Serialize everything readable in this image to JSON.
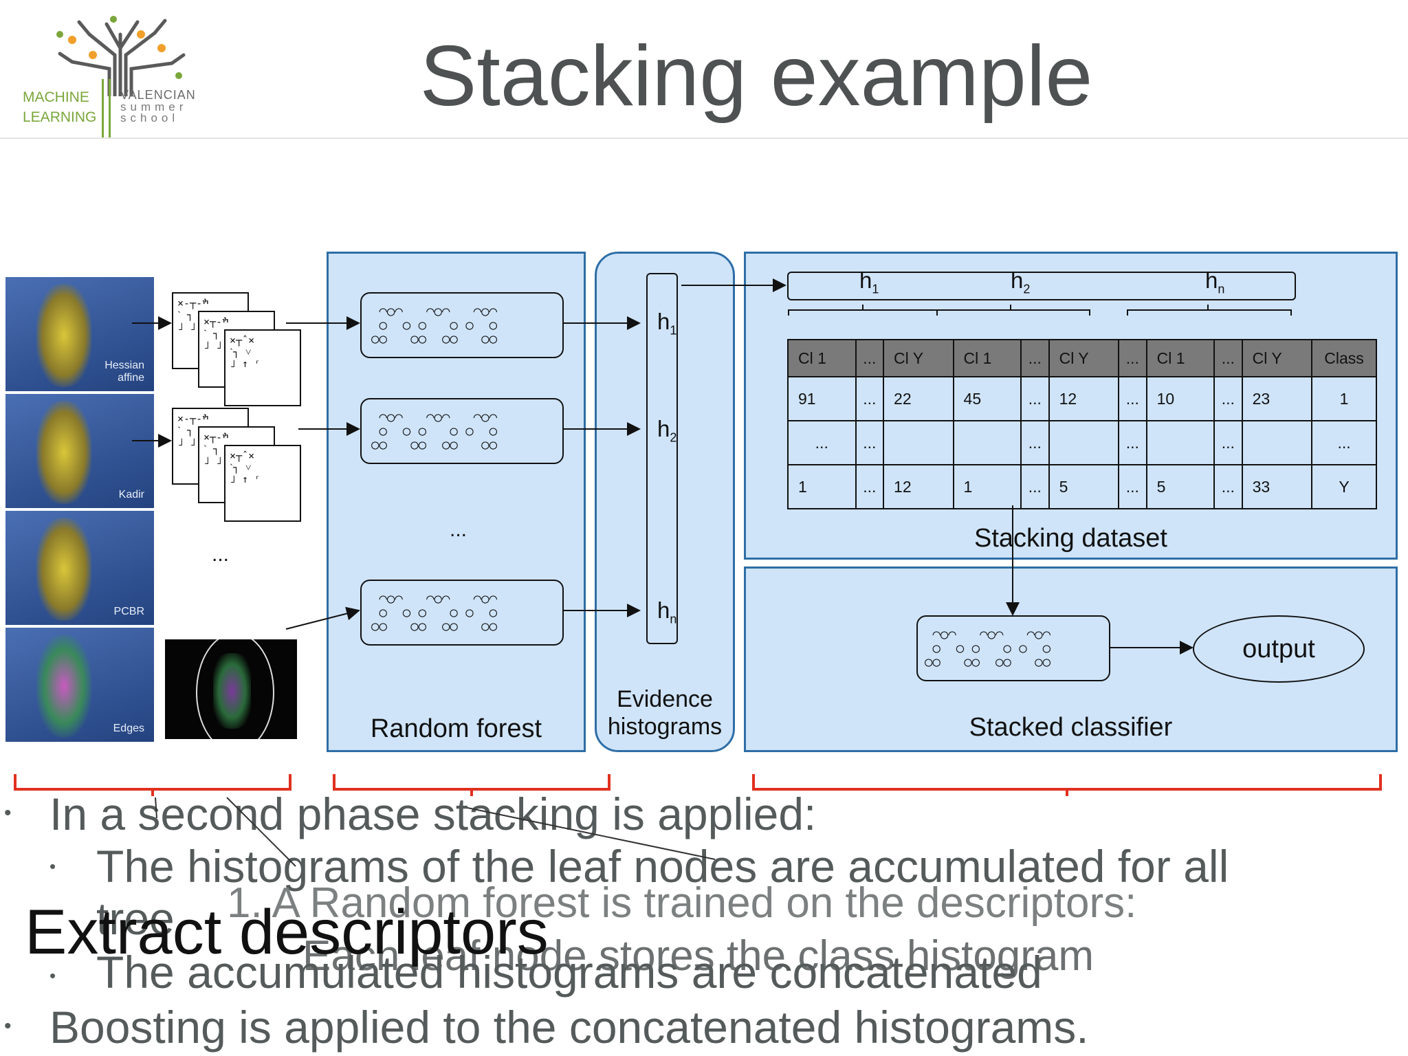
{
  "logo": {
    "left_line1": "MACHINE",
    "left_line2": "LEARNING",
    "right_line1": "VALENCIAN",
    "right_line2": "summer",
    "right_line3": "school"
  },
  "slide_title": "Stacking example",
  "diagram": {
    "photo_labels": [
      "Hessian\naffine",
      "Kadir",
      "PCBR",
      "Edges"
    ],
    "descriptor_ellipsis": "...",
    "random_forest": {
      "label": "Random forest",
      "ellipsis": "..."
    },
    "evidence": {
      "label_line1": "Evidence",
      "label_line2": "histograms",
      "h_labels": [
        {
          "base": "h",
          "sub": "1"
        },
        {
          "base": "h",
          "sub": "2"
        },
        {
          "base": "h",
          "sub": "n"
        }
      ]
    },
    "stacking_dataset": {
      "label": "Stacking dataset",
      "top_h_labels": [
        {
          "base": "h",
          "sub": "1"
        },
        {
          "base": "h",
          "sub": "2"
        },
        {
          "base": "h",
          "sub": "n"
        }
      ],
      "headers": [
        "Cl 1",
        "...",
        "Cl Y",
        "Cl 1",
        "...",
        "Cl Y",
        "...",
        "Cl 1",
        "...",
        "Cl Y",
        "Class"
      ],
      "rows": [
        [
          "91",
          "...",
          "22",
          "45",
          "...",
          "12",
          "...",
          "10",
          "...",
          "23",
          "1"
        ],
        [
          "...",
          "...",
          "",
          "",
          "...",
          "",
          "...",
          "",
          "...",
          "",
          "..."
        ],
        [
          "1",
          "...",
          "12",
          "1",
          "...",
          "5",
          "...",
          "5",
          "...",
          "33",
          "Y"
        ]
      ]
    },
    "stacked_classifier": {
      "label": "Stacked classifier",
      "output_label": "output"
    }
  },
  "bullets": {
    "b1": "In a second phase stacking is applied:",
    "b1_sub1": "The histograms of the leaf nodes are accumulated for all",
    "b1_sub1_cont": "tree",
    "numbered": "1. A Random forest is trained on the descriptors:",
    "numbered_sub": "Each leaf node stores the class histogram",
    "b1_sub2": "The accumulated histograms are concatenated",
    "b2": "Boosting is applied to the concatenated histograms.",
    "overlay_heading": "Extract descriptors"
  },
  "colors": {
    "panel_fill": "#cfe4f9",
    "panel_border": "#2e6ea6",
    "brace_red": "#e0301e",
    "title_gray": "#4f5252",
    "logo_green": "#7aa63a"
  }
}
